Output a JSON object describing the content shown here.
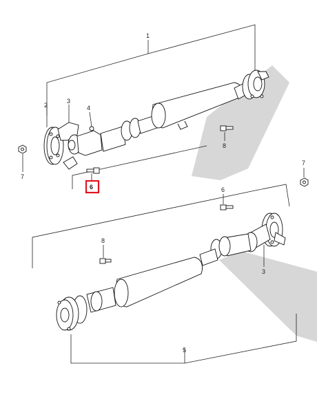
{
  "callouts": [
    {
      "id": "c1",
      "text": "1"
    },
    {
      "id": "c2",
      "text": "2"
    },
    {
      "id": "c3a",
      "text": "3"
    },
    {
      "id": "c4",
      "text": "4"
    },
    {
      "id": "c6a",
      "text": "6"
    },
    {
      "id": "c7a",
      "text": "7"
    },
    {
      "id": "c8a",
      "text": "8"
    },
    {
      "id": "c7b",
      "text": "7"
    },
    {
      "id": "c6b",
      "text": "6"
    },
    {
      "id": "c8b",
      "text": "8"
    },
    {
      "id": "c3b",
      "text": "3"
    },
    {
      "id": "c5",
      "text": "5"
    }
  ],
  "highlighted_callout": "c6a",
  "colors": {
    "highlight": "#e0141e",
    "shadow": "#d7d7d7",
    "line": "#222222"
  }
}
